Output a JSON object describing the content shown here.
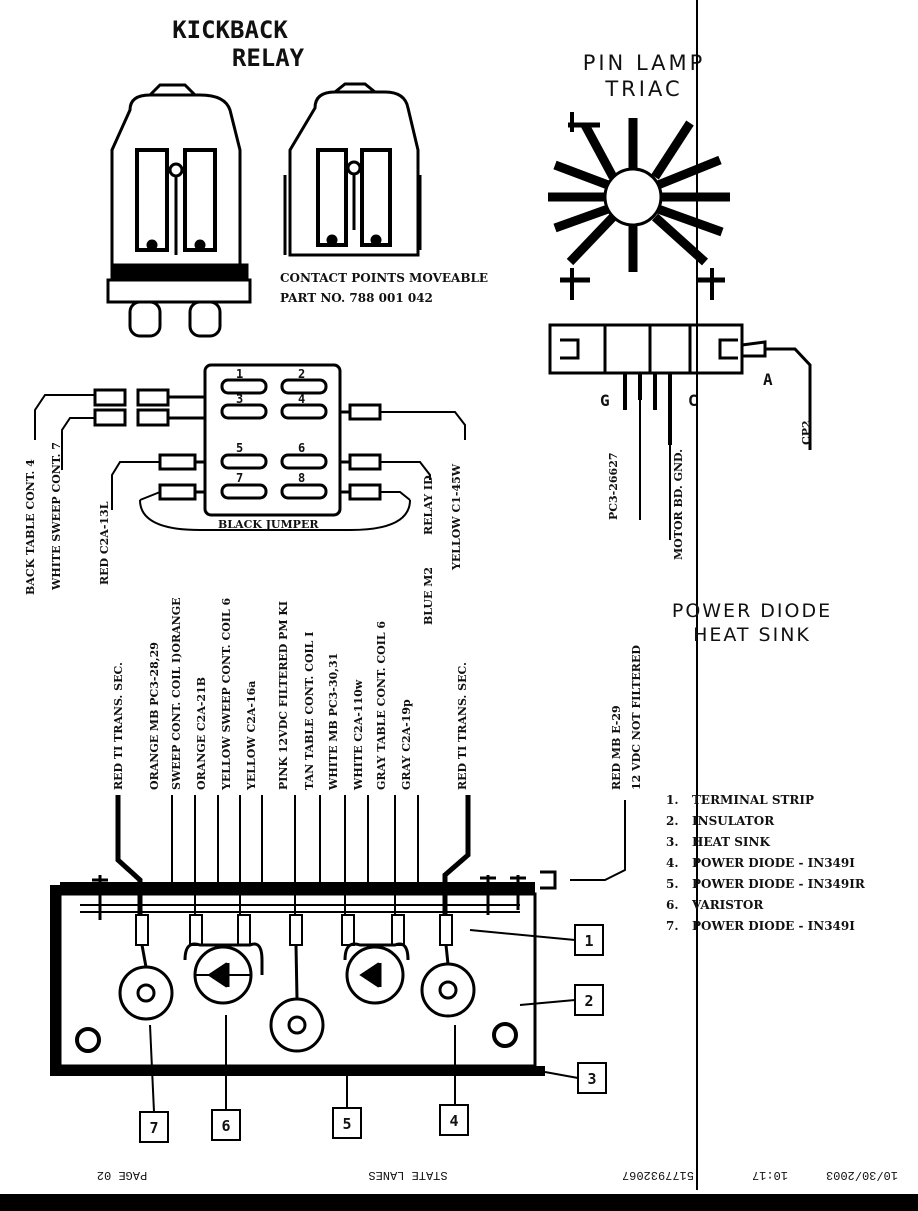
{
  "relay": {
    "title_line1": "KICKBACK",
    "title_line2": "RELAY",
    "contact_note": "CONTACT POINTS MOVEABLE",
    "part_no": "PART NO. 788 001 042"
  },
  "triac": {
    "title_line1": "PIN LAMP",
    "title_line2": "TRIAC",
    "pin_a": "A",
    "pin_g": "G",
    "pin_c": "C",
    "lead_left": "PC3-26627",
    "lead_mid": "MOTOR BD. GND.",
    "lead_right": "CP2"
  },
  "socket": {
    "pins": [
      "1",
      "2",
      "3",
      "4",
      "5",
      "6",
      "7",
      "8"
    ],
    "jumper_label": "BLACK JUMPER"
  },
  "socket_wires": {
    "left": [
      "BACK TABLE CONT. 4",
      "WHITE SWEEP CONT. 7",
      "RED C2A-13L"
    ],
    "right": [
      "YELLOW C1-45W",
      "RELAY ID",
      "BLUE M2"
    ]
  },
  "heatsink": {
    "title_line1": "POWER DIODE",
    "title_line2": "HEAT SINK",
    "side_wire_1": "RED MB E-29",
    "side_wire_2": "12 VDC NOT FILTERED",
    "wires": [
      "RED TI TRANS. SEC.",
      "ORANGE MB PC3-28,29",
      "SWEEP CONT. COIL I)ORANGE",
      "ORANGE C2A-21B",
      "YELLOW SWEEP CONT. COIL 6",
      "YELLOW C2A-16a",
      "PINK 12VDC FILTERED PM KI",
      "TAN TABLE CONT. COIL I",
      "WHITE MB PC3-30,31",
      "WHITE C2A-110w",
      "GRAY TABLE CONT. COIL 6",
      "GRAY C2A-19p",
      "RED TI TRANS. SEC."
    ]
  },
  "callouts": [
    "1",
    "2",
    "3",
    "4",
    "5",
    "6",
    "7"
  ],
  "legend": [
    {
      "num": "1.",
      "text": "TERMINAL STRIP"
    },
    {
      "num": "2.",
      "text": "INSULATOR"
    },
    {
      "num": "3.",
      "text": "HEAT SINK"
    },
    {
      "num": "4.",
      "text": "POWER DIODE - IN349I"
    },
    {
      "num": "5.",
      "text": "POWER DIODE - IN349IR"
    },
    {
      "num": "6.",
      "text": "VARISTOR"
    },
    {
      "num": "7.",
      "text": "POWER DIODE - IN349I"
    }
  ],
  "footer": {
    "page": "PAGE 02",
    "company": "STATE LANES",
    "phone": "5177932067",
    "time": "10:17",
    "date": "10/30/2003"
  }
}
